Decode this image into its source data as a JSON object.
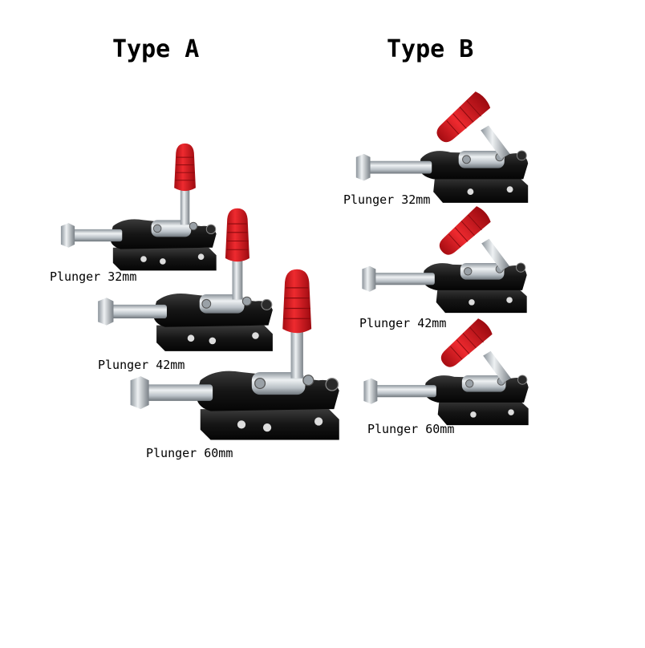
{
  "headings": {
    "type_a": "Type A",
    "type_b": "Type B"
  },
  "type_a": {
    "items": [
      {
        "label": "Plunger 32mm"
      },
      {
        "label": "Plunger 42mm"
      },
      {
        "label": "Plunger 60mm"
      }
    ]
  },
  "type_b": {
    "items": [
      {
        "label": "Plunger 32mm"
      },
      {
        "label": "Plunger 42mm"
      },
      {
        "label": "Plunger 60mm"
      }
    ]
  },
  "colors": {
    "handle_red": "#d3141b",
    "body_black": "#1a1a1a",
    "steel": "#c9ced3",
    "background": "#ffffff"
  }
}
